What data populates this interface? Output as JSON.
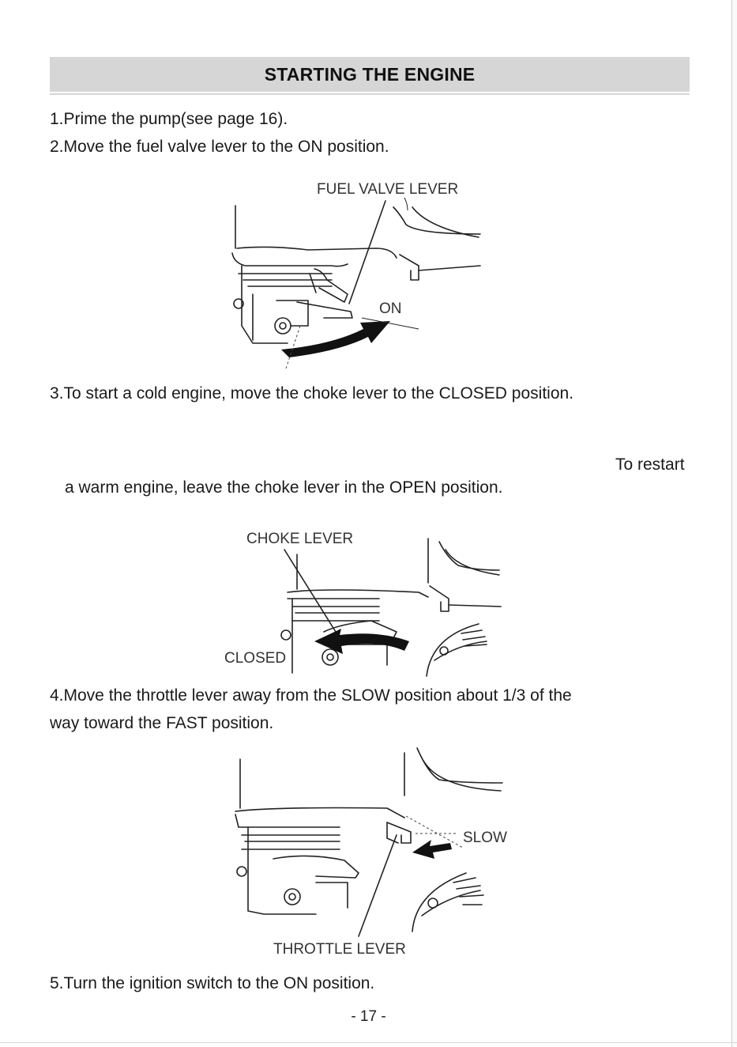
{
  "header": {
    "title": "STARTING THE ENGINE"
  },
  "steps": {
    "s1": "1.Prime the pump(see page 16).",
    "s2": "2.Move the fuel valve lever to the ON position.",
    "s3": "3.To start a cold engine, move the choke lever to the CLOSED position.",
    "s3b": "To restart",
    "s3c": "a warm engine, leave the choke lever in the OPEN position.",
    "s4a": "4.Move the throttle lever away from the SLOW position about 1/3 of the",
    "s4b": "way toward the FAST position.",
    "s5": "5.Turn the ignition switch to the ON position."
  },
  "figures": {
    "fuel": {
      "label_lever": "FUEL VALVE LEVER",
      "label_on": "ON"
    },
    "choke": {
      "label_lever": "CHOKE LEVER",
      "label_closed": "CLOSED"
    },
    "throttle": {
      "label_slow": "SLOW",
      "label_lever": "THROTTLE LEVER"
    }
  },
  "footer": {
    "page_number": "- 17 -"
  }
}
